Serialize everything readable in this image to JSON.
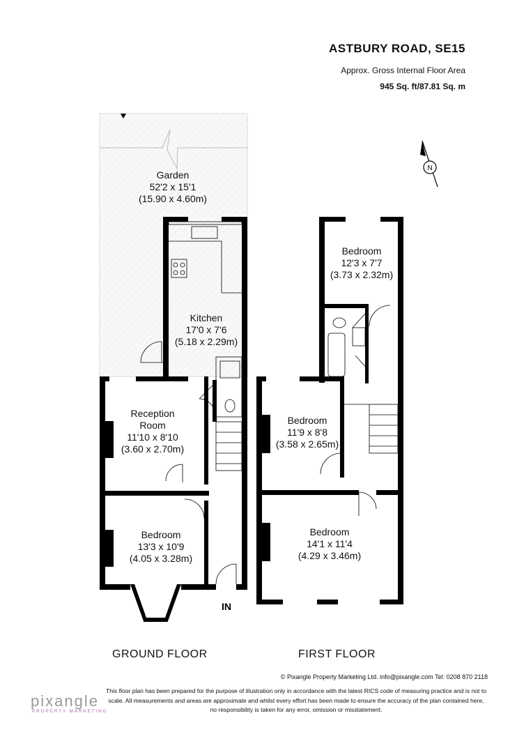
{
  "header": {
    "title": "ASTBURY ROAD, SE15",
    "area_label": "Approx. Gross Internal Floor Area",
    "area_value": "945 Sq. ft/87.81 Sq. m"
  },
  "compass": {
    "letter": "N"
  },
  "ground_floor": {
    "label": "GROUND FLOOR",
    "entrance": "IN",
    "rooms": [
      {
        "name": "Garden",
        "dim_imperial": "52'2 x 15'1",
        "dim_metric": "(15.90 x 4.60m)"
      },
      {
        "name": "Kitchen",
        "dim_imperial": "17'0 x 7'6",
        "dim_metric": "(5.18 x 2.29m)"
      },
      {
        "name": "Reception",
        "name2": "Room",
        "dim_imperial": "11'10 x 8'10",
        "dim_metric": "(3.60 x 2.70m)"
      },
      {
        "name": "Bedroom",
        "dim_imperial": "13'3 x 10'9",
        "dim_metric": "(4.05 x 3.28m)"
      }
    ]
  },
  "first_floor": {
    "label": "FIRST FLOOR",
    "rooms": [
      {
        "name": "Bedroom",
        "dim_imperial": "12'3 x 7'7",
        "dim_metric": "(3.73 x 2.32m)"
      },
      {
        "name": "Bedroom",
        "dim_imperial": "11'9 x 8'8",
        "dim_metric": "(3.58 x 2.65m)"
      },
      {
        "name": "Bedroom",
        "dim_imperial": "14'1 x 11'4",
        "dim_metric": "(4.29 x 3.46m)"
      }
    ]
  },
  "footer": {
    "copyright": "© Pixangle Property Marketing Ltd. info@pixangle.com Tel: 0208 870 2118",
    "disclaimer": "This floor plan has been prepared for the purpose of illustration only in accordance with the latest RICS code of measuring practice and is not to scale. All measurements and areas are approximate and whilst every effort has been made to ensure the accuracy of the plan contained here, no responsibility is taken for any error, omission or misstatement.",
    "logo": "pixangle",
    "logo_sub": "PROPERTY MARKETING"
  },
  "colors": {
    "wall": "#000000",
    "garden_fill": "#eeeeee",
    "logo_grey": "#9a9a9a",
    "logo_accent": "#b06ba8"
  }
}
